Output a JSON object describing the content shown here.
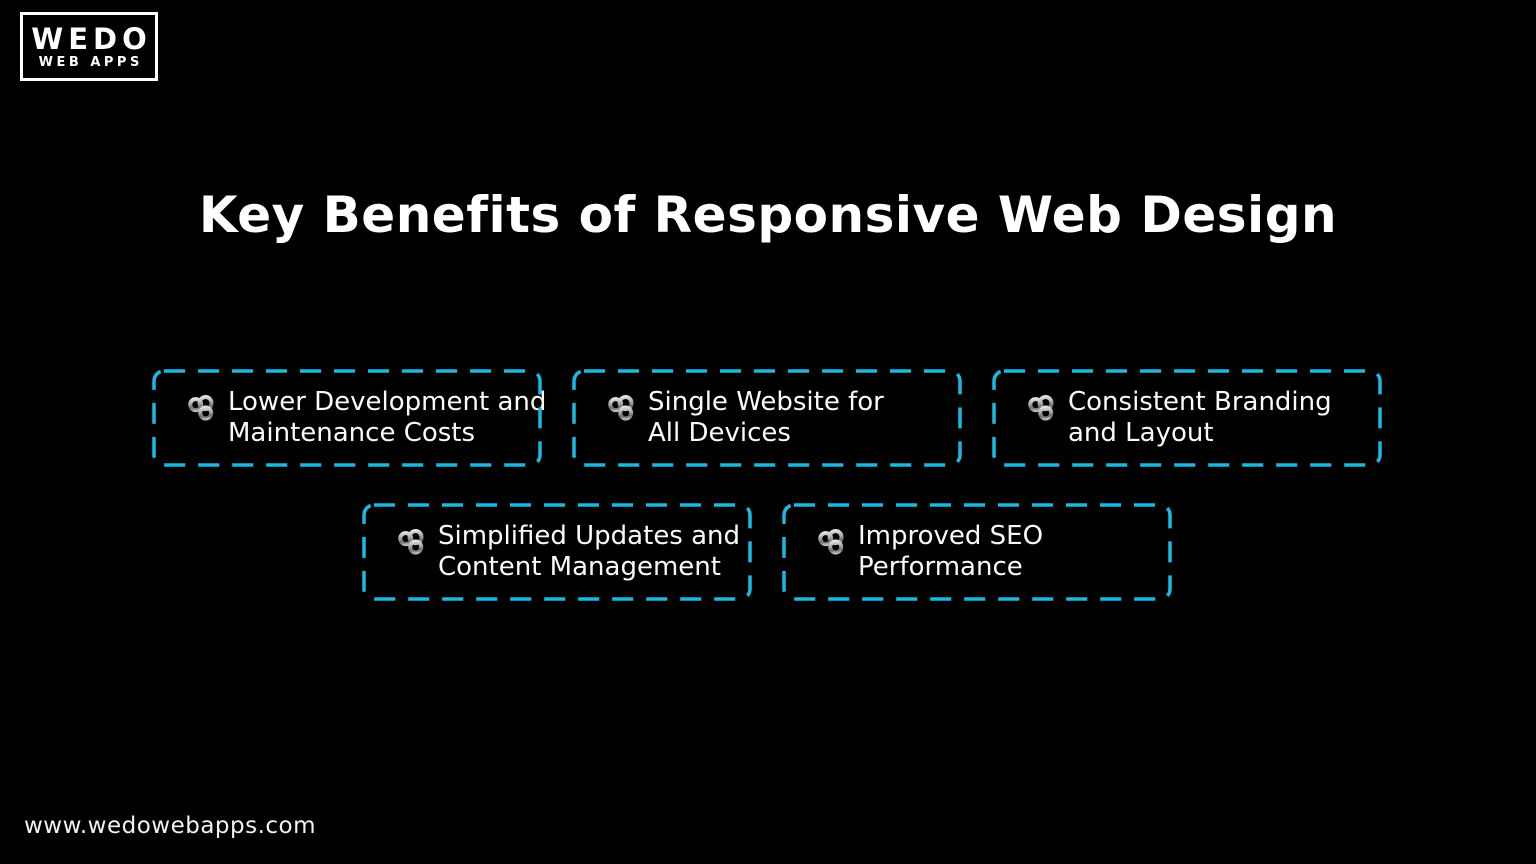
{
  "page": {
    "background_color": "#000000",
    "accent_color": "#1CB8DE",
    "text_color": "#FFFFFF"
  },
  "logo": {
    "line1": "WEDO",
    "line2": "WEB APPS"
  },
  "title": "Key Benefits of Responsive Web Design",
  "benefits": [
    {
      "icon": "old-key-icon",
      "lines": [
        "Lower Development and",
        "Maintenance Costs"
      ]
    },
    {
      "icon": "old-key-icon",
      "lines": [
        "Single Website for",
        "All Devices"
      ]
    },
    {
      "icon": "old-key-icon",
      "lines": [
        "Consistent Branding",
        "and Layout"
      ]
    },
    {
      "icon": "old-key-icon",
      "lines": [
        "Simplified Updates and",
        "Content Management"
      ]
    },
    {
      "icon": "old-key-icon",
      "lines": [
        "Improved SEO",
        "Performance"
      ]
    }
  ],
  "footer": {
    "url": "www.wedowebapps.com"
  }
}
